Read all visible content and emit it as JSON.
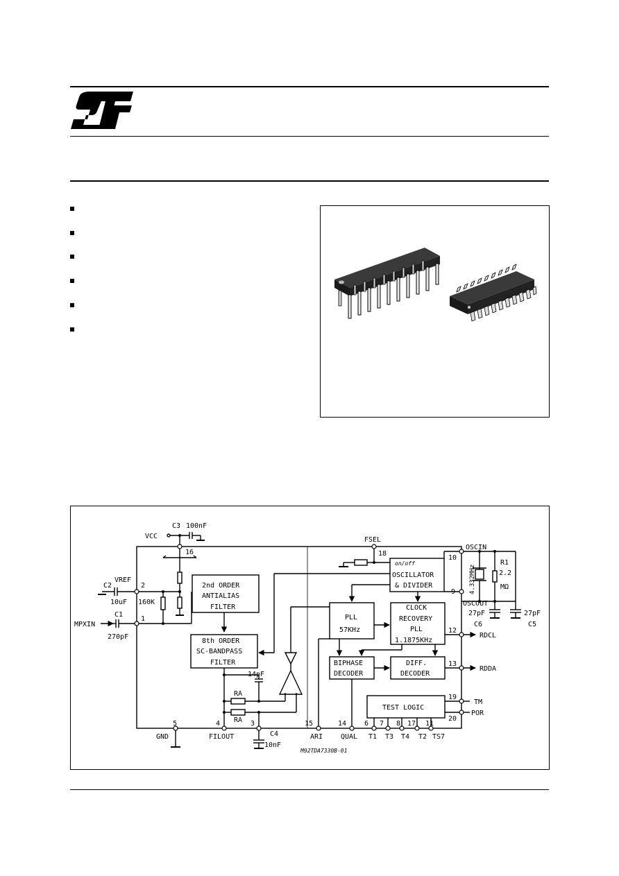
{
  "header": {
    "logo": "ST"
  },
  "features": {
    "bullet_count": 6
  },
  "block_diagram": {
    "supply": {
      "vcc": "VCC",
      "c3": "C3",
      "c3_value": "100nF"
    },
    "fsel": "FSEL",
    "pins": {
      "p1": "1",
      "p2": "2",
      "p3": "3",
      "p4": "4",
      "p5": "5",
      "p6": "6",
      "p7": "7",
      "p8": "8",
      "p9": "9",
      "p10": "10",
      "p11": "11",
      "p12": "12",
      "p13": "13",
      "p14": "14",
      "p15": "15",
      "p16": "16",
      "p17": "17",
      "p18": "18",
      "p19": "19",
      "p20": "20"
    },
    "left": {
      "c2": "C2",
      "vref": "VREF",
      "c2_value": "10uF",
      "r_value": "160K",
      "c1": "C1",
      "mpxin": "MPXIN",
      "c1_value": "270pF"
    },
    "blocks": {
      "antialias": [
        "2nd ORDER",
        "ANTIALIAS",
        "FILTER"
      ],
      "bandpass": [
        "8th ORDER",
        "SC-BANDPASS",
        "FILTER"
      ],
      "oscillator_onoff": "on/off",
      "oscillator": [
        "OSCILLATOR",
        "& DIVIDER"
      ],
      "pll": [
        "PLL",
        "57KHz"
      ],
      "clock": [
        "CLOCK",
        "RECOVERY",
        "PLL",
        "1.1875KHz"
      ],
      "biphase": [
        "BIPHASE",
        "DECODER"
      ],
      "diff": [
        "DIFF.",
        "DECODER"
      ],
      "test": "TEST LOGIC"
    },
    "right": {
      "oscin": "OSCIN",
      "oscout": "OSCOUT",
      "crystal": "4.332MHz",
      "r1": "R1",
      "r1_value": "2.2",
      "r1_unit": "MΩ",
      "c6_value": "27pF",
      "c6": "C6",
      "c5_value": "27pF",
      "c5": "C5",
      "rdcl": "RDCL",
      "rdda": "RDDA",
      "tm": "TM",
      "por": "POR"
    },
    "bottom": {
      "gnd": "GND",
      "filout": "FILOUT",
      "c4": "C4",
      "c4_value": "10nF",
      "ari": "ARI",
      "qual": "QUAL",
      "t1": "T1",
      "t3": "T3",
      "t4": "T4",
      "t2": "T2",
      "ts7": "TS7",
      "cap14": "14pF",
      "ra": "RA"
    },
    "code": "M92TDA7330B-01"
  }
}
